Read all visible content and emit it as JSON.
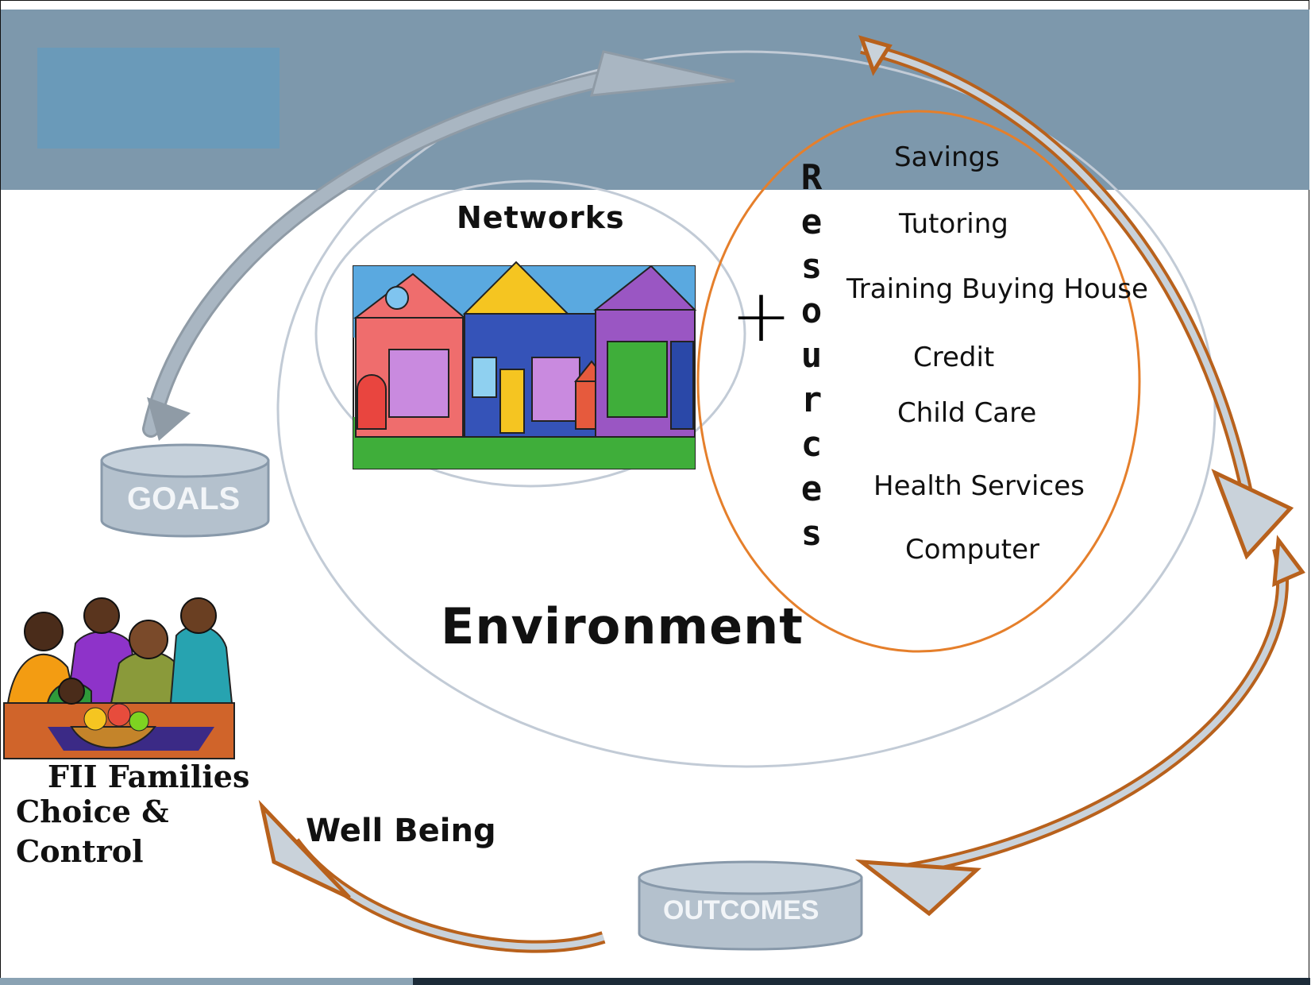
{
  "diagram": {
    "labels": {
      "networks": "Networks",
      "environment": "Environment",
      "plus": "+",
      "resources_letters": [
        "R",
        "e",
        "s",
        "o",
        "u",
        "r",
        "c",
        "e",
        "s"
      ],
      "families": "FII Families",
      "choice_control": "Choice & Control",
      "well_being": "Well Being",
      "goals": "GOALS",
      "outcomes": "OUTCOMES"
    },
    "resources": [
      "Savings",
      "Tutoring",
      "Training Buying House",
      "Credit",
      "Child Care",
      "Health Services",
      "Computer"
    ],
    "colors": {
      "header": "#7d98ac",
      "orange_arrow": "#b8611c",
      "gray_arrow": "#a9b6c2",
      "cylinder": "#b4c1cd",
      "ring_orange": "#e57f2b",
      "ring_gray": "#c2cbd6"
    },
    "icons": [
      "houses-clipart-icon",
      "family-clipart-icon"
    ]
  }
}
